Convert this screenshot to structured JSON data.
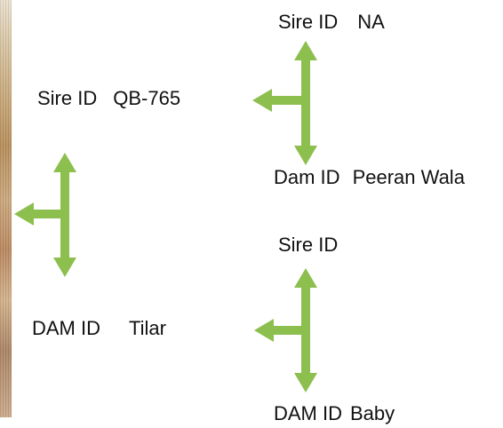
{
  "pedigree": {
    "sire": {
      "label": "Sire ID",
      "value": "QB-765"
    },
    "dam": {
      "label": "DAM ID",
      "value": "Tilar"
    },
    "sire_sire": {
      "label": "Sire ID",
      "value": "NA"
    },
    "sire_dam": {
      "label": "Dam ID",
      "value": "Peeran Wala"
    },
    "dam_sire": {
      "label": "Sire ID",
      "value": ""
    },
    "dam_dam": {
      "label": "DAM ID",
      "value": "Baby"
    }
  },
  "colors": {
    "arrow": "#8dbf4f",
    "photo": "#c9a77e"
  }
}
